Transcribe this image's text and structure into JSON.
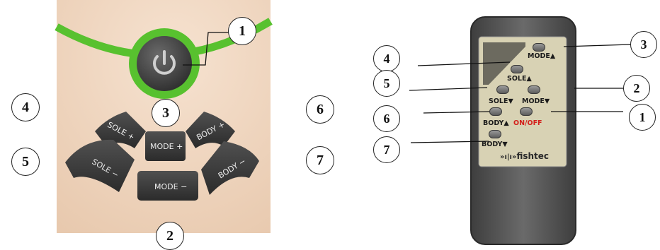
{
  "panel": {
    "buttons": {
      "sole_up": "SOLE +",
      "mode_up": "MODE +",
      "body_up": "BODY +",
      "sole_down": "SOLE −",
      "mode_down": "MODE −",
      "body_down": "BODY −"
    },
    "callouts": [
      "1",
      "2",
      "3",
      "4",
      "5",
      "6",
      "7"
    ]
  },
  "remote": {
    "buttons": {
      "mode_up": "MODE▲",
      "sole_up": "SOLE▲",
      "sole_down": "SOLE▼",
      "mode_down": "MODE▼",
      "body_up": "BODY▲",
      "onoff": "ON/OFF",
      "body_down": "BODY▼"
    },
    "brand": "fishtec",
    "callouts": [
      "1",
      "2",
      "3",
      "4",
      "5",
      "6",
      "7"
    ]
  },
  "colors": {
    "ring": "#58c12f",
    "onoff": "#d3201b",
    "face": "#d8d2b4",
    "body": "#5f5f5f"
  }
}
